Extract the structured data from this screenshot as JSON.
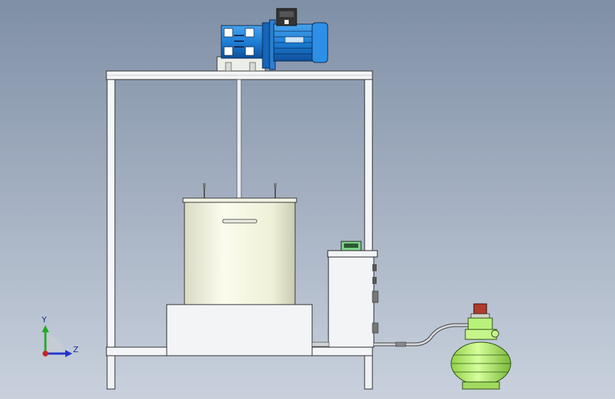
{
  "viewport": {
    "background_top": "#7f8fa6",
    "background_bottom": "#c9d1dd"
  },
  "triad": {
    "y_label": "Y",
    "z_label": "Z",
    "y_color": "#22aa22",
    "z_color": "#2233cc",
    "origin_color": "#cc2222"
  },
  "colors": {
    "frame": "#f4f5f7",
    "edge": "#2a2a2a",
    "motor_blue": "#1e7fd6",
    "motor_dark": "#0f4f9a",
    "tank": "#f6f7e4",
    "pump_green": "#b8f26a",
    "pump_dark": "#6aa62a"
  },
  "parts": [
    "motor-assembly",
    "frame",
    "shaft",
    "tank",
    "tank-base",
    "control-box",
    "hose",
    "side-pump"
  ]
}
